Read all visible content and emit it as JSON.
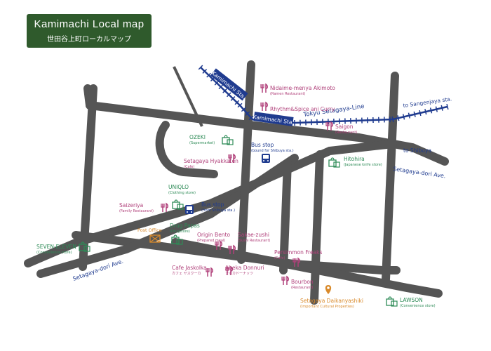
{
  "title": {
    "main": "Kamimachi Local map",
    "sub": "世田谷上町ローカルマップ"
  },
  "colors": {
    "road": "#555555",
    "rail": "#1f3b8f",
    "shop": "#2e8b57",
    "food": "#b0407a",
    "culture": "#d98a2b",
    "sign": "#1f3b8f",
    "title_bg": "#2f5a2c"
  },
  "rail": {
    "line": "Tokyu Setagaya-Line",
    "to": "to Sangenjaya sta.",
    "stations": [
      "Kamimachi Sta.",
      "Kamimachi Sta."
    ]
  },
  "roads": {
    "ave1": "Setagaya-dori Ave.",
    "ave2": "Setagaya-dori Ave.",
    "to_shibuya": "to Shibuya"
  },
  "places": [
    {
      "name": "Nidaime-menya Akimoto",
      "sub": "(Ramen Restaurant)",
      "kind": "food"
    },
    {
      "name": "Rhythm&Spice ani Curry",
      "sub": "",
      "kind": "food"
    },
    {
      "name": "Saigon",
      "sub": "(Restaurant)",
      "kind": "food"
    },
    {
      "name": "OZEKI",
      "sub": "(Supermarket)",
      "kind": "shop"
    },
    {
      "name": "Bus stop",
      "sub": "(bound for Shibuya sta.)",
      "kind": "bus"
    },
    {
      "name": "Setagaya Hyakkaten",
      "sub": "(Cafe)",
      "kind": "food"
    },
    {
      "name": "Hitohira",
      "sub": "(Japanese knife store)",
      "kind": "shop"
    },
    {
      "name": "UNIQLO",
      "sub": "(Clothing store)",
      "kind": "shop"
    },
    {
      "name": "Saizeriya",
      "sub": "(Family Restaurant)",
      "kind": "food"
    },
    {
      "name": "Bus stop",
      "sub": "(from Shibuya sta.)",
      "kind": "bus"
    },
    {
      "name": "Post Office",
      "sub": "",
      "kind": "post"
    },
    {
      "name": "Drug Papas",
      "sub": "(Drugstore)",
      "kind": "shop"
    },
    {
      "name": "Origin Bento",
      "sub": "(Prepared meal)",
      "kind": "food"
    },
    {
      "name": "Sakae-zushi",
      "sub": "(Sushi Restaurant)",
      "kind": "food"
    },
    {
      "name": "SEVEN-ELEVEN",
      "sub": "(Convenience store)",
      "kind": "shop"
    },
    {
      "name": "Persimmon Freaks",
      "sub": "(Cafe)",
      "kind": "food"
    },
    {
      "name": "Cafe Jaskolka",
      "sub": "カフェ ヤスクーカ",
      "kind": "food"
    },
    {
      "name": "Abeka Donnuri",
      "sub": "アボカドーナッツ",
      "kind": "food"
    },
    {
      "name": "Bourbon",
      "sub": "(Restaurant)",
      "kind": "food"
    },
    {
      "name": "Setagaya Daikanyashiki",
      "sub": "(Important Cultural Properties)",
      "kind": "culture"
    },
    {
      "name": "LAWSON",
      "sub": "(Convenience store)",
      "kind": "shop"
    }
  ]
}
